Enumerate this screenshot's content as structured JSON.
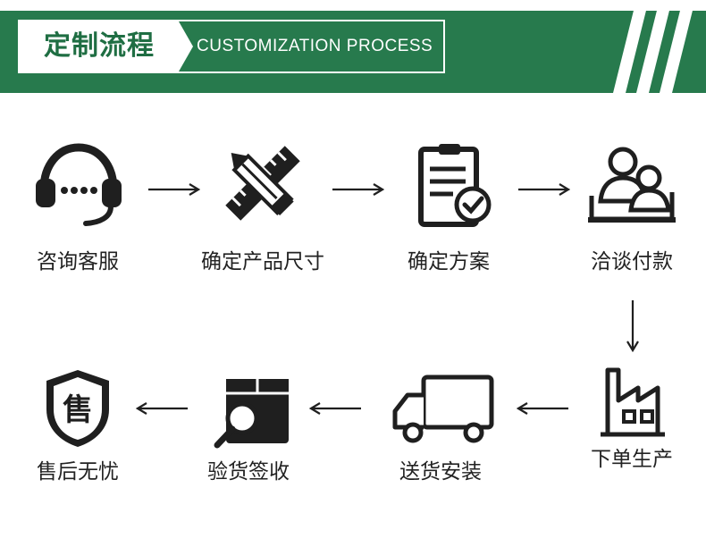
{
  "header": {
    "title_cn": "定制流程",
    "title_en": "CUSTOMIZATION PROCESS"
  },
  "colors": {
    "brand_green": "#277a4d",
    "icon_dark": "#1f1f1f"
  },
  "steps": [
    {
      "label": "咨询客服",
      "icon": "headset-icon"
    },
    {
      "label": "确定产品尺寸",
      "icon": "pencil-ruler-icon"
    },
    {
      "label": "确定方案",
      "icon": "clipboard-check-icon"
    },
    {
      "label": "洽谈付款",
      "icon": "meeting-people-icon"
    },
    {
      "label": "下单生产",
      "icon": "factory-icon"
    },
    {
      "label": "送货安装",
      "icon": "delivery-truck-icon"
    },
    {
      "label": "验货签收",
      "icon": "box-inspect-icon"
    },
    {
      "label": "售后无忧",
      "icon": "after-sales-shield-icon"
    }
  ],
  "shield_char": "售"
}
